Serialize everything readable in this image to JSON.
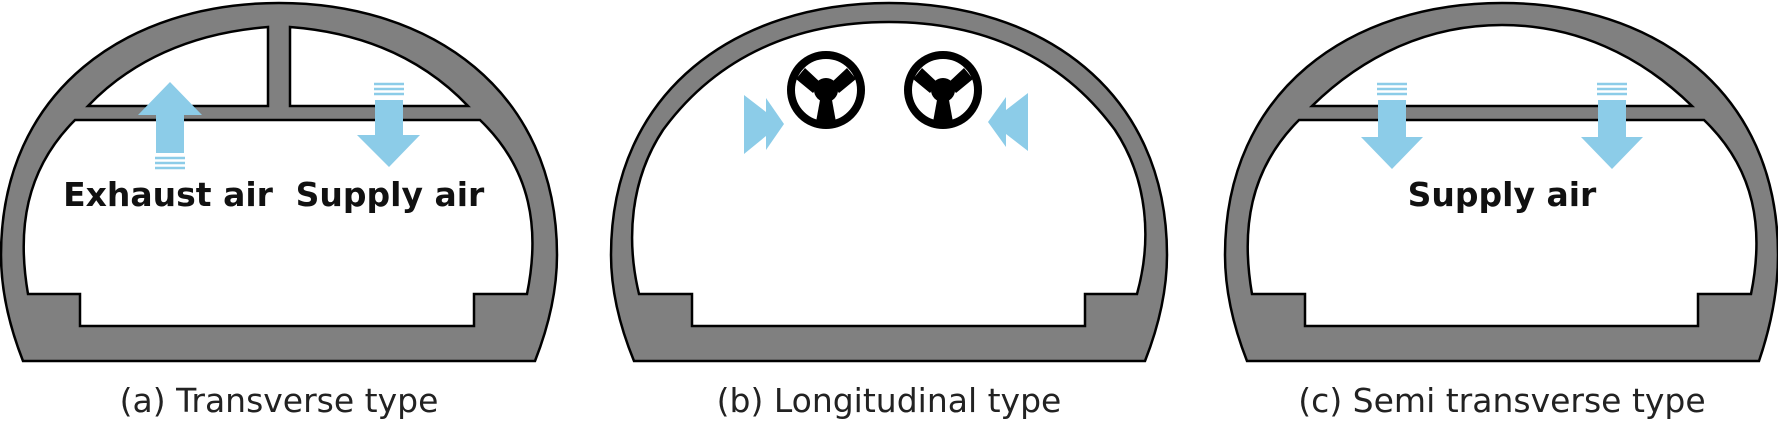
{
  "panels": [
    {
      "caption": "(a) Transverse type",
      "labels": {
        "exhaust": "Exhaust air",
        "supply": "Supply air"
      }
    },
    {
      "caption": "(b) Longitudinal type"
    },
    {
      "caption": "(c) Semi transverse type",
      "labels": {
        "supply": "Supply air"
      }
    }
  ],
  "colors": {
    "wall": "#808080",
    "outline": "#000000",
    "airflow_arrow": "#8ccce8",
    "fan": "#000000"
  },
  "icons": [
    "jet-fan-icon",
    "airflow-arrow-icon"
  ]
}
